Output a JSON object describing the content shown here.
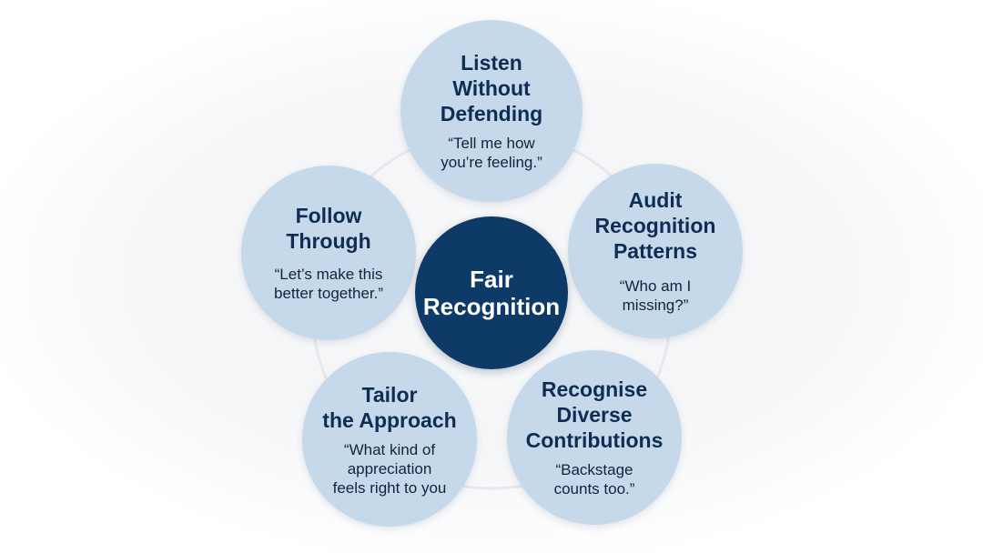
{
  "center": {
    "title": "Fair\nRecognition"
  },
  "nodes": [
    {
      "id": "listen-without-defending",
      "title": "Listen\nWithout\nDefending",
      "quote": "“Tell me how\nyou’re feeling.”"
    },
    {
      "id": "audit-recognition-patterns",
      "title": "Audit\nRecognition\nPatterns",
      "quote": "“Who am I\nmissing?”"
    },
    {
      "id": "recognise-diverse-contributions",
      "title": "Recognise\nDiverse\nContributions",
      "quote": "“Backstage\ncounts too.”"
    },
    {
      "id": "tailor-the-approach",
      "title": "Tailor\nthe Approach",
      "quote": "“What kind of\nappreciation\nfeels right to you"
    },
    {
      "id": "follow-through",
      "title": "Follow\nThrough",
      "quote": "“Let’s make this\nbetter together.”"
    }
  ],
  "colors": {
    "center_fill": "#0d3a66",
    "node_fill": "#c5d9eb",
    "title_text": "#0f2d52",
    "ring": "#e6e8ec"
  }
}
